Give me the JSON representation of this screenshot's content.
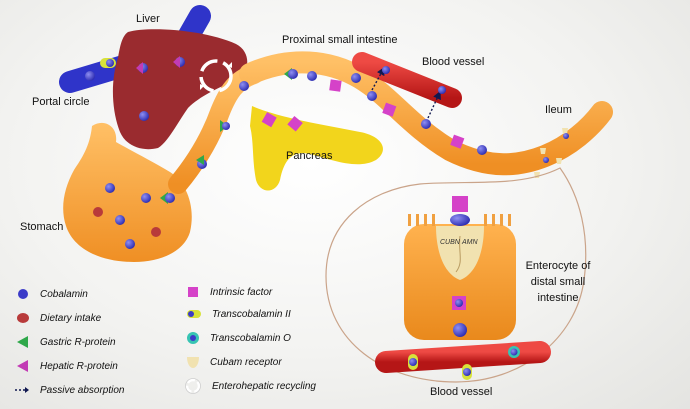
{
  "labels": {
    "liver": "Liver",
    "portal_circle": "Portal circle",
    "stomach": "Stomach",
    "proximal_small_intestine": "Proximal small intestine",
    "blood_vessel_top": "Blood vessel",
    "pancreas": "Pancreas",
    "ileum": "Ileum",
    "enterocyte": "Enterocyte of distal small intestine",
    "blood_vessel_bottom": "Blood vessel",
    "cubn": "CUBN",
    "amn": "AMN"
  },
  "legend_left": [
    {
      "icon": "cobalamin-icon",
      "label": "Cobalamin"
    },
    {
      "icon": "dietary-intake-icon",
      "label": "Dietary intake"
    },
    {
      "icon": "gastric-r-protein-icon",
      "label": "Gastric R-protein"
    },
    {
      "icon": "hepatic-r-protein-icon",
      "label": "Hepatic R-protein"
    },
    {
      "icon": "passive-absorption-icon",
      "label": "Passive absorption"
    }
  ],
  "legend_right": [
    {
      "icon": "intrinsic-factor-icon",
      "label": "Intrinsic factor"
    },
    {
      "icon": "transcobalamin-ii-icon",
      "label": "Transcobalamin II"
    },
    {
      "icon": "transcobalamin-o-icon",
      "label": "Transcobalamin O"
    },
    {
      "icon": "cubam-receptor-icon",
      "label": "Cubam receptor"
    },
    {
      "icon": "enterohepatic-recycling-icon",
      "label": "Enterohepatic recycling"
    }
  ],
  "colors": {
    "cobalamin": "#3b3bc8",
    "dietary_intake": "#b83a3a",
    "gastric_r_protein": "#2fa84a",
    "hepatic_r_protein": "#c23bb5",
    "intrinsic_factor": "#d542c8",
    "transcobalamin_ii": "#d8e23a",
    "transcobalamin_o": "#37c4b3",
    "cubam": "#f1e2b0",
    "intestine": "#f7a43a",
    "liver": "#9a2b2f",
    "vein": "#2f34c9",
    "vessel": "#d42626",
    "pancreas": "#f2d51c"
  }
}
